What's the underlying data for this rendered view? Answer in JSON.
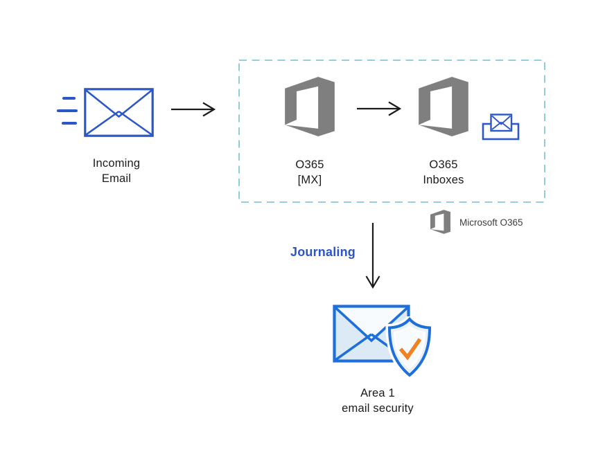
{
  "colors": {
    "royal_blue": "#2B57C8",
    "bright_blue": "#1E6FD9",
    "pale_blue_fill": "#DCEAF6",
    "flap_fill": "#F8FBFE",
    "shield_fill": "#E9F2FA",
    "shield_inner_fill": "#F7FBFD",
    "dashed_border": "#85C7DB",
    "office_gray": "#7F7F7F",
    "arrow_black": "#1A1A1A",
    "orange": "#F08224",
    "label_text": "#1A1A1A",
    "legend_text": "#3C3C3C",
    "journaling_blue": "#2B55C4"
  },
  "nodes": {
    "incoming_email": {
      "label_line1": "Incoming",
      "label_line2": "Email"
    },
    "o365_mx": {
      "label_line1": "O365",
      "label_line2": "[MX]"
    },
    "o365_inboxes": {
      "label_line1": "O365",
      "label_line2": "Inboxes"
    },
    "area1": {
      "label_line1": "Area 1",
      "label_line2": "email security"
    }
  },
  "edges": {
    "journaling_label": "Journaling"
  },
  "legend": {
    "label": "Microsoft O365"
  },
  "icons": {
    "incoming_email": "envelope-with-speed-lines",
    "o365_mx": "office-logo",
    "o365_inboxes": "office-logo-with-inbox-tray",
    "legend": "office-logo-small",
    "area1": "envelope-with-shield-checkmark",
    "flow": "arrow"
  }
}
